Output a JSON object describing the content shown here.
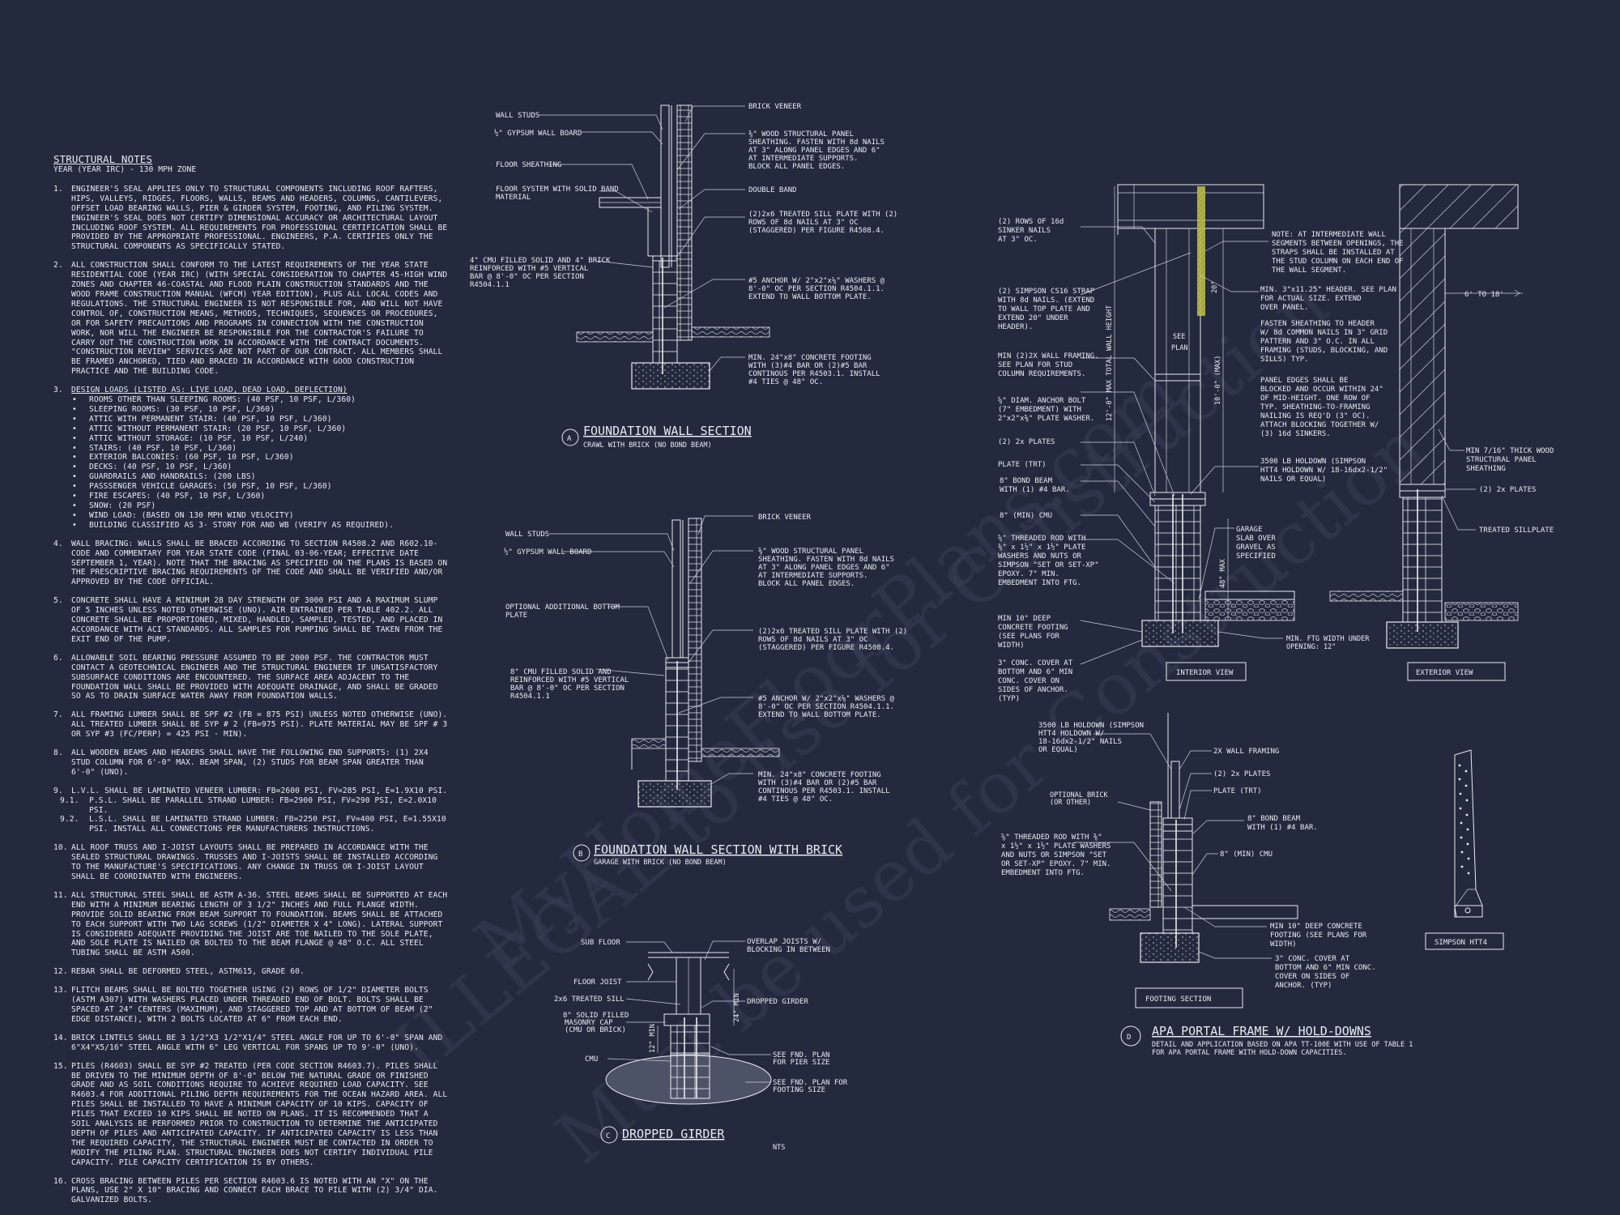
{
  "watermark": {
    "line1": "MyHomeFloorPlans.com",
    "line2": "ILLEGAL to use for Construction",
    "line3": "Must be used for Construction"
  },
  "notes": {
    "title": "STRUCTURAL NOTES",
    "subtitle": "YEAR  (YEAR IRC) - 130 mph ZONE",
    "items": [
      {
        "num": "1.",
        "text": "ENGINEER'S SEAL APPLIES ONLY TO STRUCTURAL COMPONENTS INCLUDING ROOF RAFTERS, HIPS, VALLEYS, RIDGES, FLOORS, WALLS, BEAMS AND HEADERS, COLUMNS, CANTILEVERS, OFFSET LOAD BEARING WALLS, PIER & GIRDER SYSTEM, FOOTING, AND PILING SYSTEM.  ENGINEER'S SEAL DOES NOT CERTIFY DIMENSIONAL ACCURACY OR ARCHITECTURAL LAYOUT INCLUDING ROOF SYSTEM. ALL REQUIREMENTS FOR PROFESSIONAL CERTIFICATION SHALL BE PROVIDED BY THE APPROPRIATE PROFESSIONAL.  ENGINEERS, P.A. CERTIFIES ONLY THE STRUCTURAL COMPONENTS AS SPECIFICALLY STATED."
      },
      {
        "num": "2.",
        "text": "ALL CONSTRUCTION SHALL CONFORM TO THE LATEST REQUIREMENTS OF THE YEAR STATE RESIDENTIAL CODE (YEAR IRC) (WITH SPECIAL CONSIDERATION TO CHAPTER 45-HIGH WIND ZONES AND CHAPTER 46-COASTAL AND FLOOD PLAIN CONSTRUCTION STANDARDS AND THE WOOD FRAME CONSTRUCTION MANUAL (WFCM) YEAR EDITION), PLUS ALL LOCAL CODES AND REGULATIONS. THE STRUCTURAL ENGINEER IS NOT RESPONSIBLE FOR, AND WILL NOT HAVE CONTROL OF, CONSTRUCTION MEANS, METHODS, TECHNIQUES, SEQUENCES OR PROCEDURES, OR FOR SAFETY PRECAUTIONS AND PROGRAMS IN CONNECTION WITH THE CONSTRUCTION WORK, NOR WILL THE ENGINEER BE RESPONSIBLE FOR THE CONTRACTOR'S FAILURE TO CARRY OUT THE CONSTRUCTION WORK IN ACCORDANCE WITH THE CONTRACT DOCUMENTS. \"CONSTRUCTION REVIEW\" SERVICES ARE NOT PART OF OUR CONTRACT. ALL MEMBERS SHALL BE FRAMED ANCHORED, TIED AND BRACED IN ACCORDANCE WITH GOOD CONSTRUCTION PRACTICE AND THE BUILDING CODE."
      },
      {
        "num": "3.",
        "title": "DESIGN LOADS (LISTED AS: LIVE LOAD, DEAD LOAD, DEFLECTION)",
        "bullets": [
          "ROOMS OTHER THAN SLEEPING ROOMS: (40 PSF, 10 PSF, L/360)",
          "SLEEPING ROOMS: (30 PSF, 10 PSF, L/360)",
          "ATTIC WITH PERMANENT STAIR: (40 PSF, 10 PSF, L/360)",
          "ATTIC WITHOUT PERMANENT STAIR: (20 PSF, 10 PSF, L/360)",
          "ATTIC WITHOUT STORAGE: (10 PSF, 10 PSF, L/240)",
          "STAIRS: (40 PSF, 10 PSF, L/360)",
          "EXTERIOR BALCONIES: (60 PSF, 10 PSF, L/360)",
          "DECKS: (40 PSF, 10 PSF, L/360)",
          "GUARDRAILS AND HANDRAILS: (200 LBS)",
          "PASSSENGER VEHICLE GARAGES: (50 PSF, 10 PSF, L/360)",
          "FIRE ESCAPES: (40 PSF, 10 PSF, L/360)",
          "SNOW: (20 PSF)",
          "WIND LOAD: (BASED ON 130 MPH WIND VELOCITY)",
          "BUILDING CLASSIFIED AS 3- STORY FOR  AND WB (VERIFY AS REQUIRED)."
        ]
      },
      {
        "num": "4.",
        "text": "WALL BRACING: WALLS SHALL BE BRACED ACCORDING TO SECTION R4508.2 AND R602.10-CODE AND COMMENTARY FOR YEAR STATE CODE (FINAL 03-06-YEAR; EFFECTIVE DATE SEPTEMBER 1, YEAR). NOTE THAT THE BRACING AS SPECIFIED ON THE PLANS IS BASED ON THE PRESCRIPTIVE BRACING REQUIREMENTS OF THE CODE AND SHALL BE VERIFIED AND/OR APPROVED BY THE CODE OFFICIAL."
      },
      {
        "num": "5.",
        "text": "CONCRETE SHALL HAVE A MINIMUM 28 DAY STRENGTH OF 3000 PSI AND A MAXIMUM SLUMP OF 5 INCHES UNLESS NOTED OTHERWISE (UNO). AIR ENTRAINED PER TABLE 402.2. ALL CONCRETE SHALL BE PROPORTIONED, MIXED, HANDLED, SAMPLED, TESTED, AND PLACED IN ACCORDANCE WITH ACI STANDARDS. ALL SAMPLES FOR PUMPING SHALL BE TAKEN FROM THE EXIT END OF THE PUMP."
      },
      {
        "num": "6.",
        "text": "ALLOWABLE SOIL BEARING PRESSURE ASSUMED TO BE 2000 PSF. THE CONTRACTOR MUST CONTACT A GEOTECHNICAL ENGINEER AND THE STRUCTURAL ENGINEER IF UNSATISFACTORY SUBSURFACE CONDITIONS ARE ENCOUNTERED. THE SURFACE AREA ADJACENT TO THE FOUNDATION WALL SHALL BE PROVIDED WITH ADEQUATE DRAINAGE, AND SHALL BE GRADED SO AS TO DRAIN SURFACE WATER AWAY FROM FOUNDATION WALLS."
      },
      {
        "num": "7.",
        "text": "ALL FRAMING LUMBER SHALL BE SPF #2 (Fb = 875 PSI) UNLESS NOTED OTHERWISE (UNO). ALL TREATED LUMBER SHALL BE SYP # 2 (Fb=975 PSI). PLATE MATERIAL MAY BE SPF # 3 OR SYP #3 (Fc/perp) = 425 PSI - MIN)."
      },
      {
        "num": "8.",
        "text": "ALL WOODEN BEAMS AND HEADERS SHALL HAVE THE FOLLOWING END SUPPORTS: (1) 2x4 STUD COLUMN FOR 6'-0\" MAX. BEAM SPAN, (2) STUDS FOR BEAM SPAN GREATER THAN 6'-0\" (UNO)."
      },
      {
        "num": "9.",
        "text": "L.V.L.  SHALL BE LAMINATED VENEER LUMBER: Fb=2600 PSI, Fv=285 PSI, E=1.9x10  PSI.",
        "subs": [
          {
            "num": "9.1.",
            "text": "P.S.L.  SHALL BE PARALLEL STRAND LUMBER: Fb=2900 PSI, Fv=290 PSI, E=2.0x10  PSI."
          },
          {
            "num": "9.2.",
            "text": "L.S.L.  SHALL BE LAMINATED STRAND LUMBER: Fb=2250 PSI, Fv=400 PSI, E=1.55x10  PSI. INSTALL ALL CONNECTIONS PER MANUFACTURERS INSTRUCTIONS."
          }
        ]
      },
      {
        "num": "10.",
        "text": "ALL ROOF TRUSS AND I-JOIST LAYOUTS SHALL BE PREPARED IN ACCORDANCE WITH THE SEALED STRUCTURAL DRAWINGS. TRUSSES AND I-JOISTS SHALL BE INSTALLED ACCORDING TO THE MANUFACTURE'S SPECIFICATIONS. ANY CHANGE IN TRUSS OR I-JOIST LAYOUT SHALL BE COORDINATED WITH  ENGINEERS."
      },
      {
        "num": "11.",
        "text": "ALL STRUCTURAL STEEL SHALL BE ASTM A-36. STEEL BEAMS SHALL BE SUPPORTED AT EACH END WITH A MINIMUM BEARING LENGTH OF 3 1/2\" INCHES AND FULL FLANGE WIDTH. PROVIDE SOLID BEARING FROM BEAM SUPPORT TO FOUNDATION.  BEAMS SHALL BE ATTACHED TO EACH SUPPORT WITH TWO LAG SCREWS (1/2\" DIAMETER x 4\" LONG). LATERAL SUPPORT IS CONSIDERED ADEQUATE PROVIDING THE JOIST ARE TOE NAILED TO THE SOLE PLATE, AND SOLE PLATE IS NAILED OR BOLTED TO THE BEAM FLANGE @ 48\" O.C. ALL STEEL TUBING SHALL BE ASTM A500."
      },
      {
        "num": "12.",
        "text": "REBAR SHALL BE DEFORMED STEEL, ASTM615, GRADE 60."
      },
      {
        "num": "13.",
        "text": "FLITCH BEAMS SHALL BE BOLTED TOGETHER USING (2) ROWS OF 1/2\" DIAMETER BOLTS (ASTM A307) WITH WASHERS PLACED UNDER THREADED END OF BOLT.  BOLTS SHALL BE SPACED AT 24\" CENTERS (MAXIMUM), AND STAGGERED TOP AND AT BOTTOM OF BEAM (2\" EDGE DISTANCE), WITH 2 BOLTS LOCATED AT 6\" FROM EACH END."
      },
      {
        "num": "14.",
        "text": "BRICK LINTELS SHALL BE 3 1/2\"x3 1/2\"x1/4\" STEEL ANGLE FOR UP TO 6'-0\" SPAN AND 6\"x4\"x5/16\" STEEL ANGLE WITH 6\" LEG VERTICAL FOR SPANS UP TO 9'-0\" (UNO)."
      },
      {
        "num": "15.",
        "text": "PILES (R4603) SHALL BE SYP #2 TREATED (PER CODE SECTION R4603.7). PILES SHALL BE DRIVEN TO THE MINIMUM DEPTH OF 8'-0\" BELOW THE NATURAL GRADE OR FINISHED GRADE AND AS SOIL CONDITIONS REQUIRE TO ACHIEVE REQUIRED LOAD CAPACITY. SEE R4603.4 FOR ADDITIONAL PILING DEPTH REQUIREMENTS FOR THE OCEAN HAZARD AREA. ALL PILES SHALL BE INSTALLED TO HAVE A MINIMUM CAPACITY OF 10 KIPS. CAPACITY OF PILES THAT EXCEED 10 KIPS SHALL BE NOTED ON PLANS. IT IS RECOMMENDED THAT A SOIL ANALYSIS BE PERFORMED PRIOR TO CONSTRUCTION TO DETERMINE THE ANTICIPATED DEPTH OF PILES AND ANTICIPATED CAPACITY. IF ANTICIPATED CAPACITY IS LESS THAN THE REQUIRED CAPACITY, THE STRUCTURAL ENGINEER MUST BE CONTACTED IN ORDER TO MODIFY THE PILING PLAN. STRUCTURAL ENGINEER DOES NOT CERTIFY INDIVIDUAL PILE CAPACITY. PILE CAPACITY CERTIFICATION IS BY OTHERS."
      },
      {
        "num": "16.",
        "text": "CROSS BRACING BETWEEN PILES PER SECTION R4603.6 IS NOTED WITH AN \"X\" ON THE PLANS, USE 2\" x 10\" BRACING AND CONNECT EACH BRACE TO PILE WITH (2) 3/4\" DIA. GALVANIZED BOLTS."
      }
    ]
  },
  "detailA": {
    "marker": "A",
    "title": "FOUNDATION WALL SECTION",
    "subtitle": "CRAWL WITH BRICK (NO BOND BEAM)",
    "labels": {
      "wall_studs": "WALL STUDS",
      "gypsum": "½\" GYPSUM WALL BOARD",
      "floor_sheathing": "FLOOR SHEATHING",
      "floor_system_1": "FLOOR SYSTEM WITH SOLID BAND",
      "floor_system_2": "MATERIAL",
      "cmu_1": "4\" CMU FILLED SOLID AND 4\" BRICK",
      "cmu_2": "REINFORCED WITH #5 VERTICAL",
      "cmu_3": "BAR @ 8'-0\" OC PER SECTION",
      "cmu_4": "R4504.1.1",
      "brick_veneer": "BRICK VENEER",
      "panel_1": "⅜\" WOOD STRUCTURAL PANEL",
      "panel_2": "SHEATHING. FASTEN WITH 8d NAILS",
      "panel_3": "AT 3\" ALONG PANEL EDGES AND 6\"",
      "panel_4": "AT INTERMEDIATE SUPPORTS.",
      "panel_5": "BLOCK ALL PANEL EDGES.",
      "double_band": "DOUBLE BAND",
      "sill_1": "(2)2x6 TREATED SILL PLATE WITH (2)",
      "sill_2": "ROWS OF 8d NAILS AT 3\" OC",
      "sill_3": "(STAGGERED) PER FIGURE R4508.4.",
      "anchor_1": "#5 ANCHOR W/ 2\"x2\"x⅛\" WASHERS @",
      "anchor_2": "8'-0\" OC PER SECTION R4504.1.1.",
      "anchor_3": "EXTEND TO WALL BOTTOM PLATE.",
      "footing_1": "MIN. 24\"x8\" CONCRETE FOOTING",
      "footing_2": "WITH (3)#4 BAR OR (2)#5 BAR",
      "footing_3": "CONTINOUS PER R4503.1. INSTALL",
      "footing_4": "#4 TIES @ 48\" OC."
    }
  },
  "detailB": {
    "marker": "B",
    "title": "FOUNDATION WALL SECTION WITH BRICK",
    "subtitle": "GARAGE WITH BRICK (NO BOND BEAM)",
    "labels": {
      "wall_studs": "WALL STUDS",
      "gypsum": "½\" GYPSUM WALL BOARD",
      "bottom_1": "OPTIONAL ADDITIONAL BOTTOM",
      "bottom_2": "PLATE",
      "cmu_1": "8\" CMU FILLED SOLID AND",
      "cmu_2": "REINFORCED WITH #5 VERTICAL",
      "cmu_3": "BAR @ 8'-0\" OC PER SECTION",
      "cmu_4": "R4504.1.1",
      "brick_veneer": "BRICK VENEER",
      "panel_1": "⅜\" WOOD STRUCTURAL PANEL",
      "panel_2": "SHEATHING. FASTEN WITH 8d NAILS",
      "panel_3": "AT 3\" ALONG PANEL EDGES AND 6\"",
      "panel_4": "AT INTERMEDIATE SUPPORTS.",
      "panel_5": "BLOCK ALL PANEL EDGES.",
      "sill_1": "(2)2x6 TREATED SILL PLATE WITH (2)",
      "sill_2": "ROWS OF 8d NAILS AT 3\" OC",
      "sill_3": "(STAGGERED) PER FIGURE R4508.4.",
      "anchor_1": "#5 ANCHOR W/ 2\"x2\"x⅛\" WASHERS @",
      "anchor_2": "8'-0\" OC PER SECTION R4504.1.1.",
      "anchor_3": "EXTEND TO WALL BOTTOM PLATE.",
      "footing_1": "MIN. 24\"x8\" CONCRETE FOOTING",
      "footing_2": "WITH (3)#4 BAR OR (2)#5 BAR",
      "footing_3": "CONTINOUS PER R4503.1. INSTALL",
      "footing_4": "#4 TIES @ 48\" OC."
    }
  },
  "detailC": {
    "marker": "C",
    "title": "DROPPED GIRDER",
    "nts": "NTS",
    "labels": {
      "sub_floor": "SUB FLOOR",
      "floor_joist": "FLOOR JOIST",
      "treated_sill": "2x6 TREATED SILL",
      "cap_1": "8\" SOLID FILLED",
      "cap_2": "MASONRY CAP",
      "cap_3": "(CMU OR BRICK)",
      "cmu": "CMU",
      "overlap_1": "OVERLAP JOISTS W/",
      "overlap_2": "BLOCKING IN BETWEEN",
      "dropped_girder": "DROPPED GIRDER",
      "dim_24": "24\" MIN",
      "dim_12": "12\" MIN",
      "pier_1": "SEE FND. PLAN",
      "pier_2": "FOR PIER SIZE",
      "ftg_1": "SEE FND. PLAN FOR",
      "ftg_2": "FOOTING SIZE"
    }
  },
  "detailD": {
    "marker": "D",
    "title": "APA PORTAL FRAME W/ HOLD-DOWNS",
    "subtitle_1": "DETAIL AND APPLICATION BASED ON APA TT-100E WITH USE OF TABLE 1",
    "subtitle_2": "FOR APA PORTAL FRAME WITH HOLD-DOWN CAPACITIES.",
    "interior_view": "INTERIOR VIEW",
    "exterior_view": "EXTERIOR VIEW",
    "footing_section": "FOOTING SECTION",
    "simpson": "SIMPSON HTT4",
    "labels": {
      "sinker_1": "(2) ROWS OF 16d",
      "sinker_2": "SINKER NAILS",
      "sinker_3": "AT 3\" OC.",
      "strap_1": "(2) SIMPSON CS16 STRAP",
      "strap_2": "WITH 8d NAILS. (EXTEND",
      "strap_3": "TO WALL TOP PLATE AND",
      "strap_4": "EXTEND 20\" UNDER",
      "strap_5": "HEADER).",
      "framing_1": "MIN (2)2X WALL FRAMING.",
      "framing_2": "SEE PLAN FOR STUD",
      "framing_3": "COLUMN REQUIREMENTS.",
      "bolt_1": "⅝\" DIAM. ANCHOR BOLT",
      "bolt_2": "(7\" EMBEDMENT) WITH",
      "bolt_3": "2\"x2\"x⅜\" PLATE WASHER.",
      "plates": "(2) 2x PLATES",
      "plate_trt": "PLATE (TRT)",
      "bond_1": "8\" BOND BEAM",
      "bond_2": "WITH (1) #4 BAR.",
      "cmu": "8\" (MIN) CMU",
      "rod_1": "⅝\" THREADED ROD WITH",
      "rod_2": "⅜\" x 1½\" x 1½\" PLATE",
      "rod_3": "WASHERS AND NUTS OR",
      "rod_4": "SIMPSON \"SET OR SET-XP\"",
      "rod_5": "EPOXY.  7\" MIN.",
      "rod_6": "EMBEDMENT INTO FTG.",
      "ftg_1": "MIN 10\" DEEP",
      "ftg_2": "CONCRETE FOOTING",
      "ftg_3": "(SEE PLANS FOR",
      "ftg_4": "WIDTH)",
      "cover_1": "3\" CONC. COVER AT",
      "cover_2": "BOTTOM AND 6\" MIN",
      "cover_3": "CONC. COVER ON",
      "cover_4": "SIDES OF ANCHOR.",
      "cover_5": "(TYP)",
      "see_plan_1": "SEE",
      "see_plan_2": "PLAN",
      "max_height": "12'-0\" MAX TOTAL WALL HEIGHT",
      "max_10": "10'-0\" (MAX)",
      "dim_20": "20\"",
      "note_1": "NOTE: AT INTERMEDIATE WALL",
      "note_2": "SEGMENTS BETWEEN OPENINGS, THE",
      "note_3": "STRAPS SHALL BE INSTALLED AT",
      "note_4": "THE STUD COLUMN ON EACH END OF",
      "note_5": "THE WALL SEGMENT.",
      "hdr_1": "MIN. 3\"x11.25\" HEADER. SEE PLAN",
      "hdr_2": "FOR ACTUAL SIZE. EXTEND",
      "hdr_3": "OVER PANEL.",
      "fasten_1": "FASTEN SHEATHING TO HEADER",
      "fasten_2": "W/ 8d COMMON NAILS IN 3\" GRID",
      "fasten_3": "PATTERN AND 3\" O.C. IN ALL",
      "fasten_4": "FRAMING (STUDS, BLOCKING, AND",
      "fasten_5": "SILLS) TYP.",
      "panel_1": "PANEL EDGES SHALL BE",
      "panel_2": "BLOCKED AND OCCUR WITHIN 24\"",
      "panel_3": "OF MID-HEIGHT. ONE ROW OF",
      "panel_4": "TYP. SHEATHING-TO-FRAMING",
      "panel_5": "NAILING IS REQ'D (3\" OC).",
      "panel_6": "ATTACH BLOCKING TOGETHER W/",
      "panel_7": "(3) 16d SINKERS.",
      "hold_1": "3500 LB HOLDOWN (SIMPSON",
      "hold_2": "HTT4 HOLDOWN W/ 18-16dx2-1/2\"",
      "hold_3": "NAILS OR EQUAL)",
      "garage_1": "GARAGE",
      "garage_2": "SLAB OVER",
      "garage_3": "GRAVEL AS",
      "garage_4": "SPECIFIED",
      "dim_48": "48\" MAX",
      "ftg_width_1": "MIN. FTG WIDTH UNDER",
      "ftg_width_2": "OPENING: 12\"",
      "osb_1": "MIN 7/16\" THICK WOOD",
      "osb_2": "STRUCTURAL PANEL",
      "osb_3": "SHEATHING",
      "plates_ext": "(2) 2x PLATES",
      "treated_sill": "TREATED SILLPLATE",
      "range": "6' TO 18'"
    },
    "footing_labels": {
      "hold_1": "3500 LB HOLDOWN (SIMPSON",
      "hold_2": "HTT4 HOLDOWN W/",
      "hold_3": "18-16dx2-1/2\" NAILS",
      "hold_4": "OR EQUAL)",
      "framing": "2X WALL FRAMING",
      "plates": "(2) 2x PLATES",
      "plate_trt": "PLATE (TRT)",
      "brick_1": "OPTIONAL BRICK",
      "brick_2": "(OR OTHER)",
      "bond_1": "8\" BOND BEAM",
      "bond_2": "WITH (1) #4 BAR.",
      "cmu": "8\" (MIN) CMU",
      "rod_1": "⅝\" THREADED ROD WITH ⅜\"",
      "rod_2": "x 1½\" x 1½\" PLATE WASHERS",
      "rod_3": "AND NUTS OR SIMPSON \"SET",
      "rod_4": "OR SET-XP\" EPOXY.  7\" MIN.",
      "rod_5": "EMBEDMENT INTO FTG.",
      "ftg_1": "MIN 10\" DEEP CONCRETE",
      "ftg_2": "FOOTING (SEE PLANS FOR",
      "ftg_3": "WIDTH)",
      "cover_1": "3\" CONC. COVER AT",
      "cover_2": "BOTTOM AND 6\" MIN CONC.",
      "cover_3": "COVER ON SIDES OF",
      "cover_4": "ANCHOR. (TYP)"
    }
  }
}
